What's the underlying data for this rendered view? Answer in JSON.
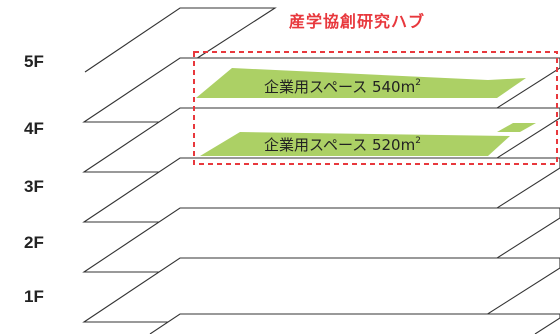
{
  "hub": {
    "title": "産学協創研究ハブ"
  },
  "floors": [
    {
      "id": "5f",
      "label": "5F"
    },
    {
      "id": "4f",
      "label": "4F"
    },
    {
      "id": "3f",
      "label": "3F"
    },
    {
      "id": "2f",
      "label": "2F"
    },
    {
      "id": "1f",
      "label": "1F"
    }
  ],
  "spaces": [
    {
      "floor": "5F",
      "label": "企業用スペース 540m",
      "superscript": "2"
    },
    {
      "floor": "4F",
      "label": "企業用スペース 520m",
      "superscript": "2"
    }
  ],
  "colors": {
    "zone": "#acd065",
    "hub_accent": "#e8383d",
    "outline": "#333333"
  }
}
